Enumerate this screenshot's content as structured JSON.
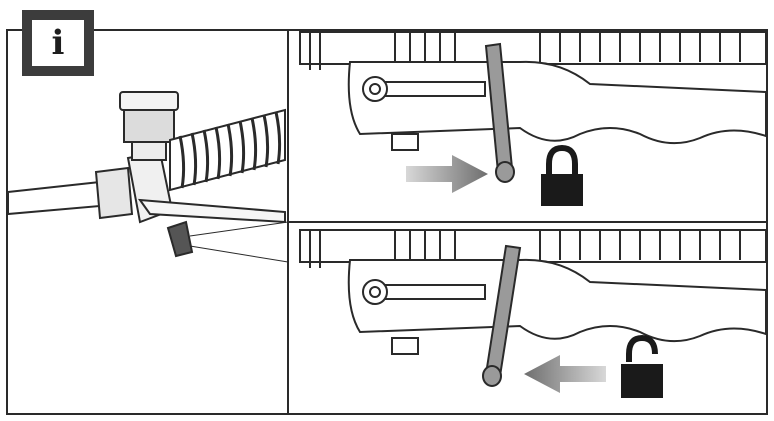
{
  "info_badge": {
    "letter": "i"
  },
  "panels": {
    "overview": {
      "label": ""
    },
    "locked": {
      "state": "locked",
      "arrow_direction": "right"
    },
    "unlocked": {
      "state": "unlocked",
      "arrow_direction": "left"
    }
  },
  "icons": {
    "badge": "info-icon",
    "lock": "lock-closed-icon",
    "unlock": "lock-open-icon"
  },
  "colors": {
    "line": "#2a2a2a",
    "arrow": "#8a8a8a",
    "lock": "#1a1a1a"
  }
}
